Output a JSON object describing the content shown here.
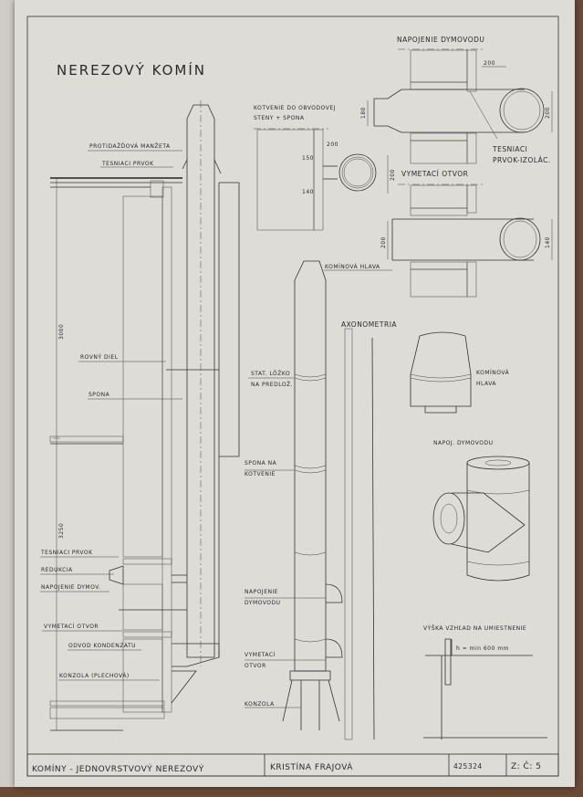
{
  "title": "NEREZOVÝ KOMÍN",
  "section_labels": {
    "rain_collar": "PROTIDAŽĎOVÁ MANŽETA",
    "seal_top": "TESNIACI PRVOK",
    "straight_part": "ROVNÝ DIEL",
    "clamp": "SPONA",
    "height_1": "3000",
    "height_2": "3250",
    "seal_bottom": "TESNIACI PRVOK",
    "reduction": "REDUKCIA",
    "flue_connection": "NAPOJENIE DYMOV.",
    "cleaning_opening": "VYMETACÍ OTVOR",
    "condensate_drain": "ODVOD KONDENZÁTU",
    "bracket": "KONZOLA (PLECHOVÁ)"
  },
  "detail_anchoring": {
    "title_line1": "KOTVENIE DO OBVODOVEJ",
    "title_line2": "STENY + SPONA",
    "dim_a": "200",
    "dim_b": "150",
    "dim_c": "140",
    "dim_d": "200"
  },
  "detail_flue": {
    "title": "NAPOJENIE DYMOVODU",
    "dim_a": "200",
    "dim_b": "180",
    "dim_c": "200",
    "seal_line1": "TESNIACI",
    "seal_line2": "PRVOK-IZOLÁC."
  },
  "detail_cleaning": {
    "title": "VYMETACÍ OTVOR",
    "dim_a": "200",
    "dim_b": "140"
  },
  "elevation": {
    "head": "KOMÍNOVÁ HLAVA",
    "bed_line1": "STAT. LÔŽKO",
    "bed_line2": "NA PREDLOŽ.",
    "clamp_line1": "SPONA NA",
    "clamp_line2": "KOTVENIE",
    "flue_line1": "NAPOJENIE",
    "flue_line2": "DYMOVODU",
    "clean_line1": "VYMETACÍ",
    "clean_line2": "OTVOR",
    "bracket": "KONZOLA"
  },
  "axonometry": {
    "title": "AXONOMETRIA",
    "head_line1": "KOMÍNOVÁ",
    "head_line2": "HLAVA",
    "tee": "NAPOJ. DYMOVODU"
  },
  "height_note": {
    "title": "VÝŠKA VZHĽAD NA UMIESTNENIE",
    "value": "h = min 600 mm"
  },
  "title_block": {
    "subject": "KOMÍNY - JEDNOVRSTVOVÝ NEREZOVÝ",
    "author": "KRISTÍNA FRAJOVÁ",
    "student_id": "425324",
    "sheet": "Z: Č: 5"
  }
}
